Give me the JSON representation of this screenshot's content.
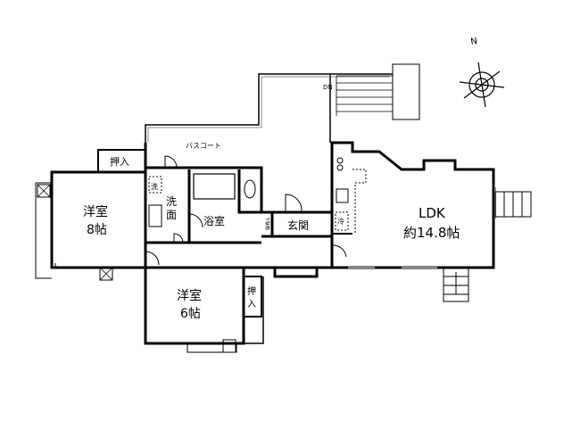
{
  "rooms": {
    "western_8": {
      "name": "洋室",
      "size": "8帖"
    },
    "western_6": {
      "name": "洋室",
      "size": "6帖"
    },
    "ldk": {
      "name": "LDK",
      "size": "約14.8帖"
    },
    "washroom": {
      "name_1": "洗",
      "name_2": "面"
    },
    "bathroom": "浴室",
    "entrance": "玄関",
    "bath_court": "バスコート",
    "closet_1": "押入",
    "closet_2": "押入",
    "shoe_box": "下駄箱",
    "washer": "洗",
    "fridge": "冷"
  },
  "stair_label": "DN",
  "compass": {
    "north": "N"
  },
  "colors": {
    "wall": "#000000",
    "background": "#ffffff",
    "window": "#888888"
  }
}
